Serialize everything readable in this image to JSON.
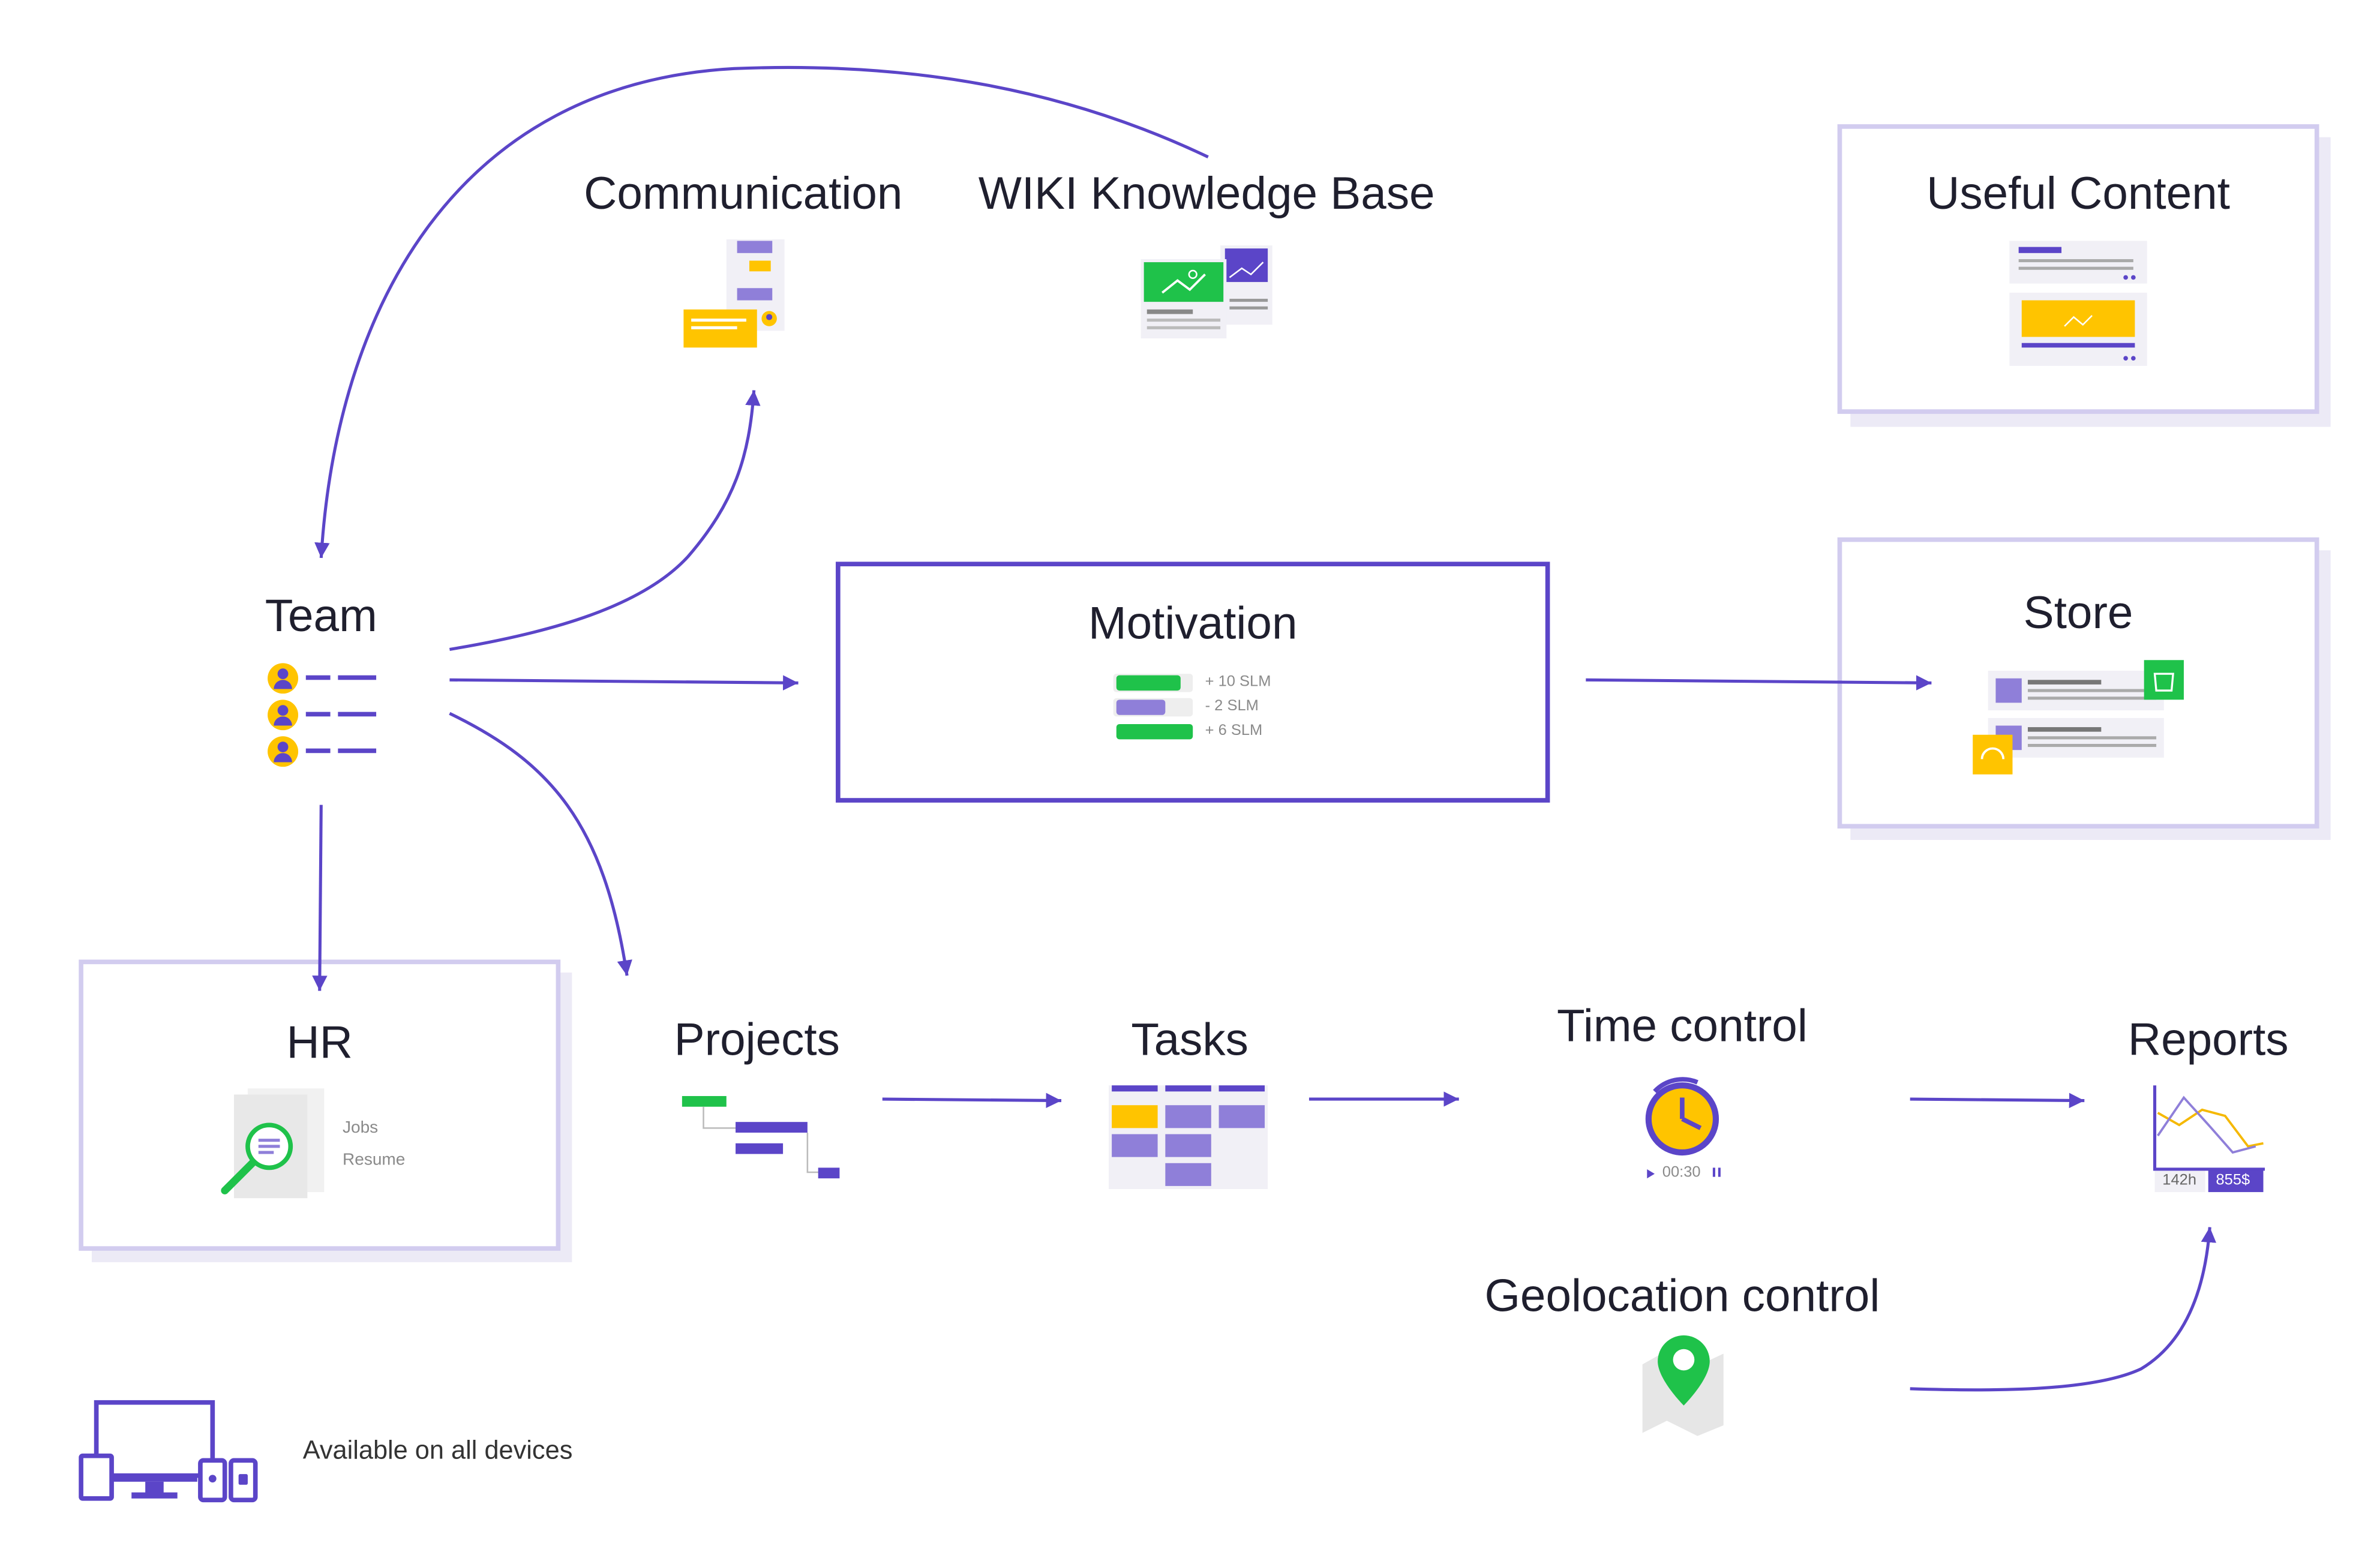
{
  "nodes": {
    "communication": "Communication",
    "wiki": "WIKI Knowledge Base",
    "useful_content": "Useful Content",
    "team": "Team",
    "motivation": "Motivation",
    "store": "Store",
    "hr": "HR",
    "projects": "Projects",
    "tasks": "Tasks",
    "time_control": "Time control",
    "reports": "Reports",
    "geolocation": "Geolocation control"
  },
  "motivation_rows": [
    "+ 10 SLM",
    "- 2 SLM",
    "+ 6 SLM"
  ],
  "hr_items": [
    "Jobs",
    "Resume"
  ],
  "timer": "00:30",
  "reports_stats": {
    "hours": "142h",
    "amount": "855$"
  },
  "footer": "Available on all devices",
  "colors": {
    "accent": "#5b45c8",
    "box_light": "#d9d3f2",
    "green": "#1fc24a",
    "yellow": "#ffc400",
    "lavender": "#8f7fd9"
  }
}
